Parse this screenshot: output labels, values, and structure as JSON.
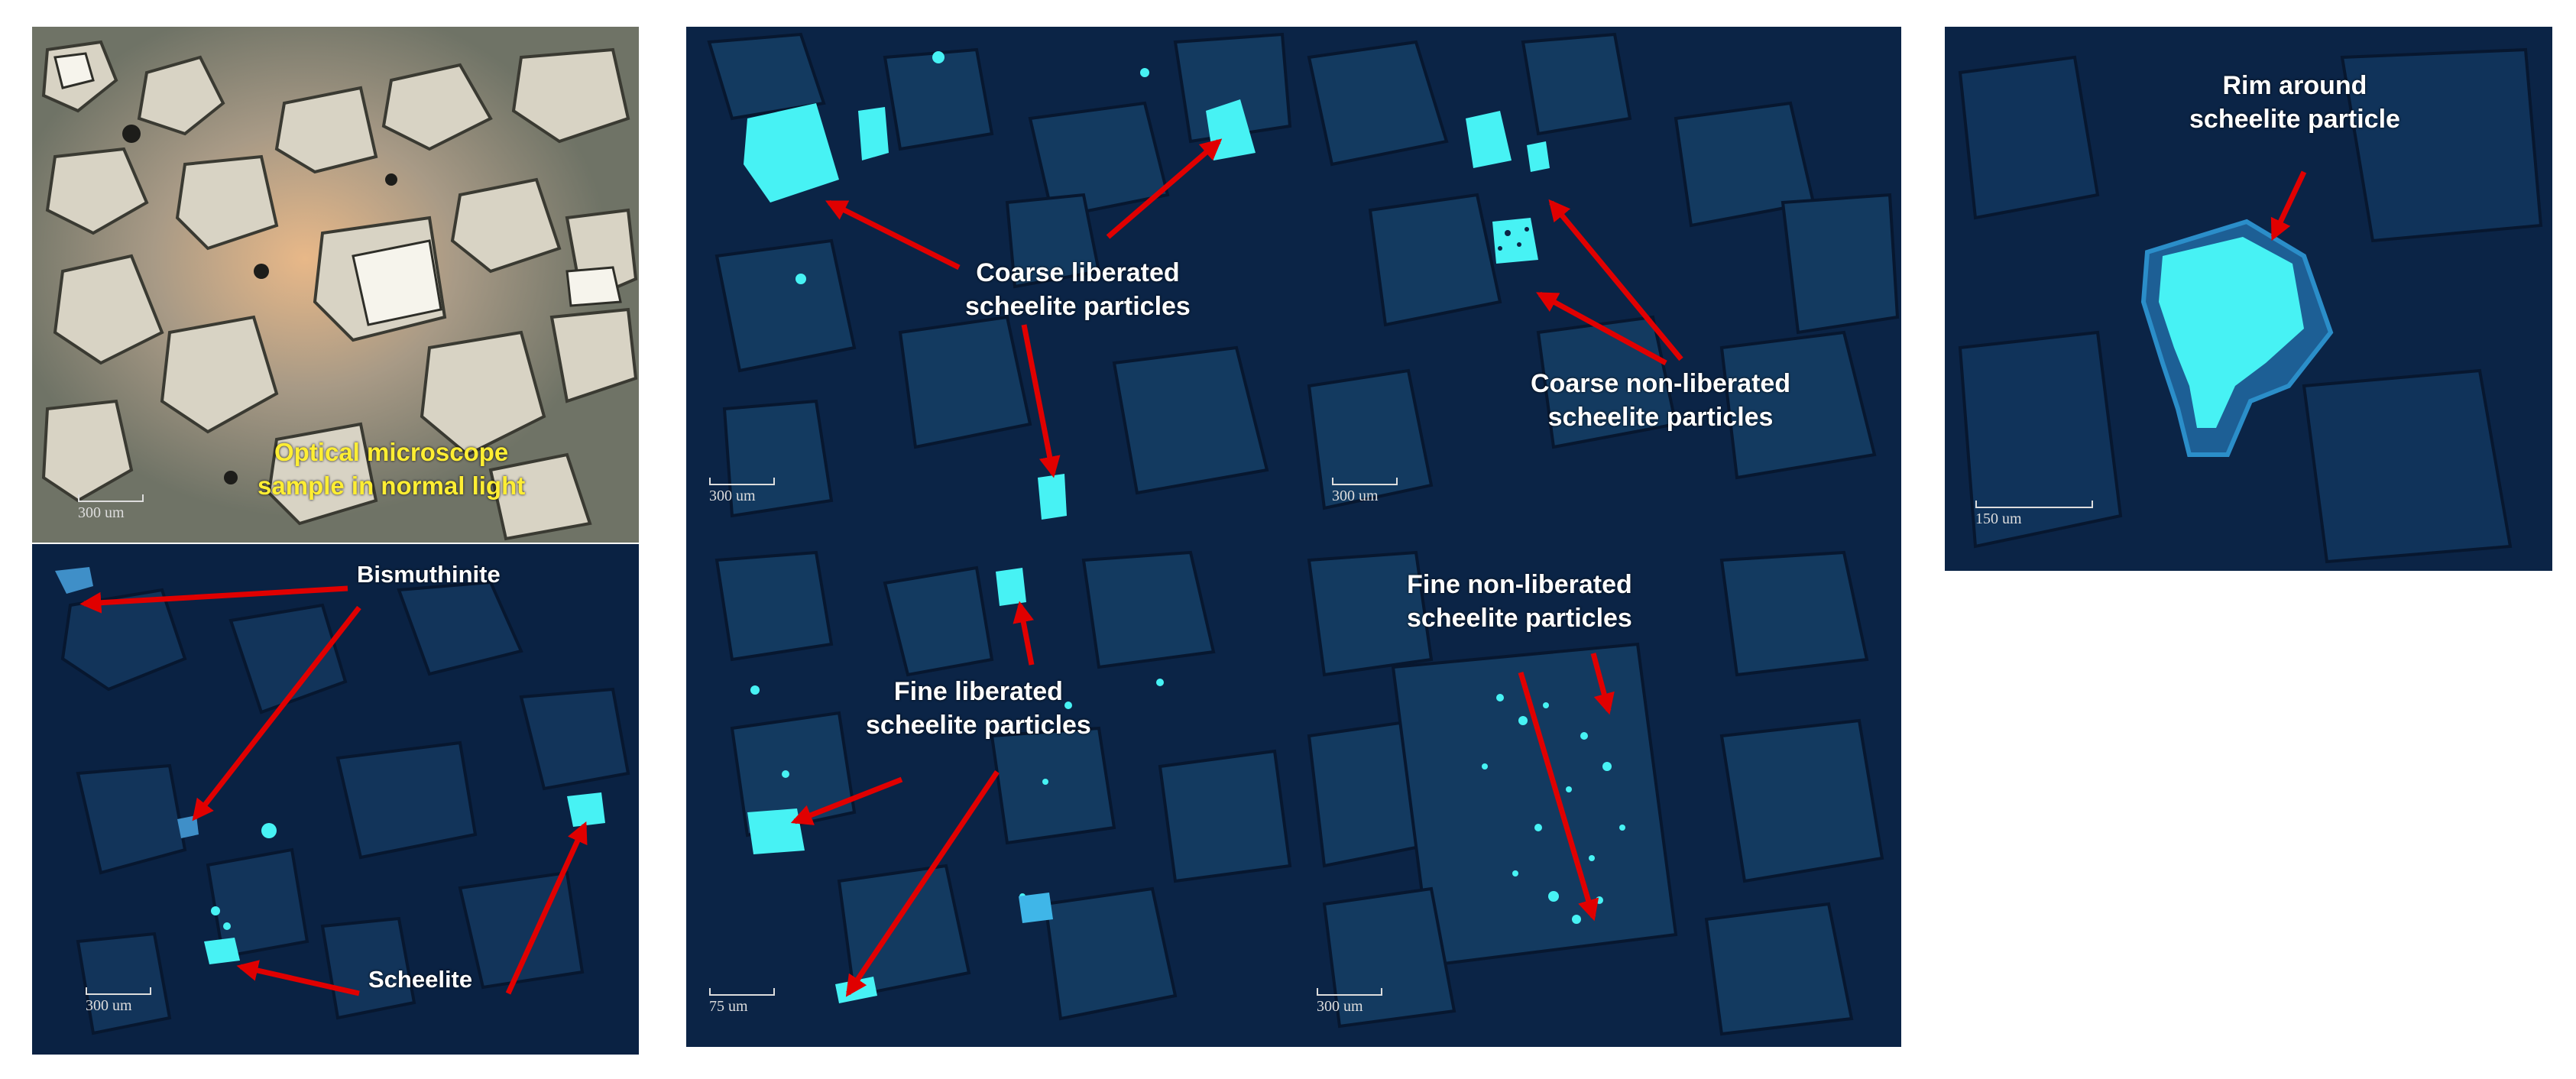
{
  "colors": {
    "arrow": "#e00000",
    "dark_background": "#0b2244",
    "particle": "#47f2f4",
    "label_yellow": "#ffee33"
  },
  "panels": {
    "optical": {
      "label_line1": "Optical microscope",
      "label_line2": "sample in normal light",
      "scale": "300 um"
    },
    "bismuthinite": {
      "label_bismuthinite": "Bismuthinite",
      "label_scheelite": "Scheelite",
      "scale": "300 um"
    },
    "coarse_liberated": {
      "label_line1": "Coarse liberated",
      "label_line2": "scheelite particles",
      "scale": "300 um"
    },
    "coarse_non_liberated": {
      "label_line1": "Coarse non-liberated",
      "label_line2": "scheelite particles",
      "scale": "300 um"
    },
    "fine_liberated": {
      "label_line1": "Fine liberated",
      "label_line2": "scheelite particles",
      "scale": "75 um"
    },
    "fine_non_liberated": {
      "label_line1": "Fine non-liberated",
      "label_line2": "scheelite particles",
      "scale": "300 um"
    },
    "rim": {
      "label_line1": "Rim around",
      "label_line2": "scheelite particle",
      "scale": "150 um"
    }
  }
}
